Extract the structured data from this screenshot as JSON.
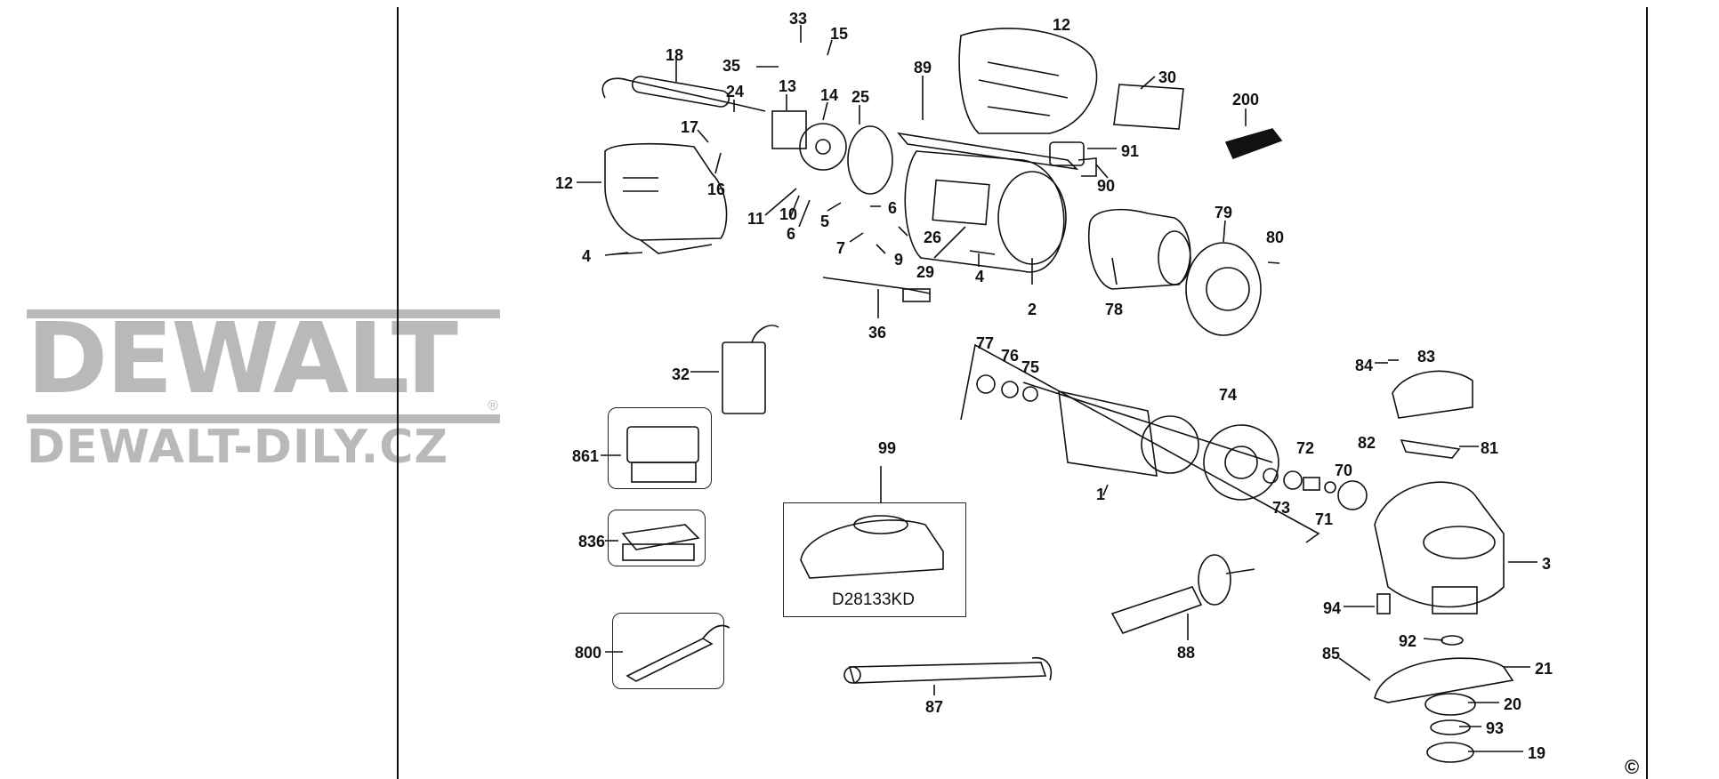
{
  "watermark": {
    "brand": "DEWALT",
    "site": "DEWALT-DILY.CZ",
    "registered_mark": "®"
  },
  "kit_box_label": "D28133KD",
  "copyright_symbol": "©",
  "part_labels": [
    "33",
    "15",
    "12",
    "18",
    "35",
    "24",
    "13",
    "14",
    "25",
    "89",
    "30",
    "200",
    "17",
    "16",
    "12",
    "11",
    "10",
    "6",
    "5",
    "6",
    "7",
    "26",
    "9",
    "29",
    "4",
    "2",
    "78",
    "79",
    "80",
    "91",
    "90",
    "4",
    "36",
    "32",
    "77",
    "76",
    "75",
    "74",
    "83",
    "84",
    "81",
    "861",
    "99",
    "1",
    "72",
    "73",
    "71",
    "70",
    "82",
    "836",
    "3",
    "94",
    "92",
    "88",
    "800",
    "85",
    "21",
    "20",
    "93",
    "19",
    "87"
  ],
  "colors": {
    "ink": "#111111",
    "watermark": "#b9b9b9",
    "background": "#ffffff"
  }
}
